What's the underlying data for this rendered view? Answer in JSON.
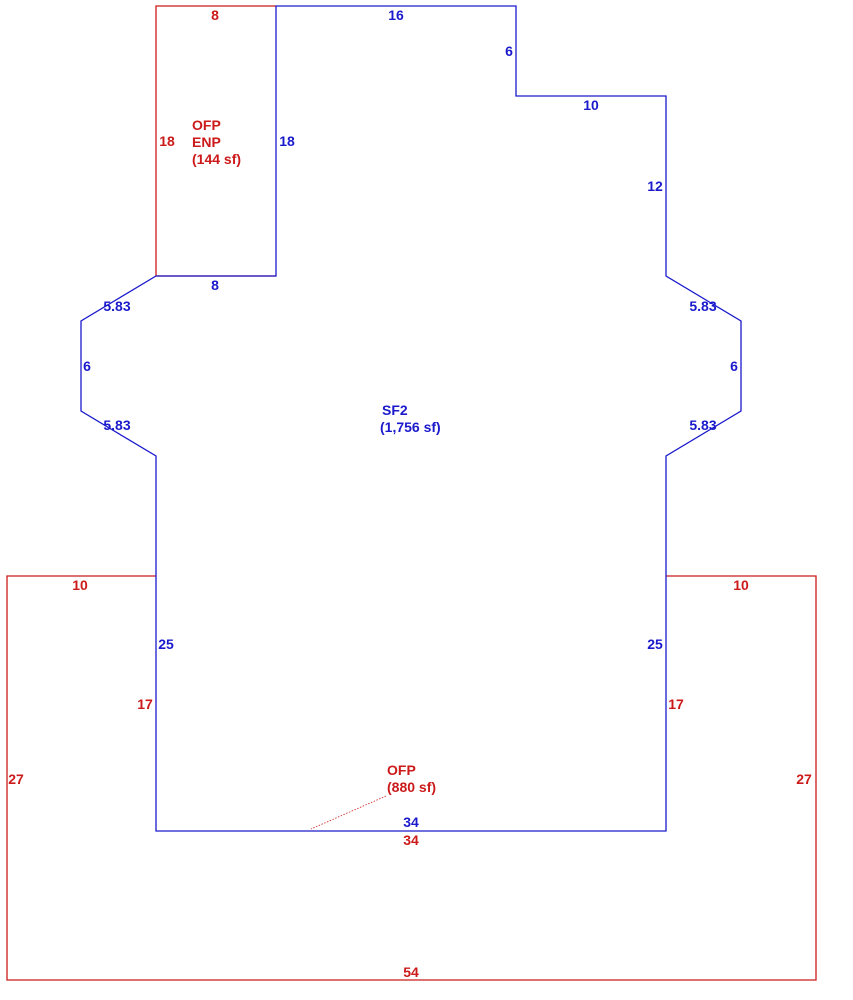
{
  "colors": {
    "living_area": "#1a1acc",
    "porch": "#cc1a1a"
  },
  "areas": {
    "main": {
      "code": "SF2",
      "area": "(1,756 sf)"
    },
    "enclosed_porch": {
      "code": "OFP",
      "subcode": "ENP",
      "area": "(144 sf)"
    },
    "open_porch": {
      "code": "OFP",
      "area": "(880 sf)"
    }
  },
  "dimensions": {
    "main_top": "16",
    "main_step_down": "6",
    "main_step_right": "10",
    "main_right_upper": "12",
    "main_right_bevel_1": "5.83",
    "main_right_bay": "6",
    "main_right_bevel_2": "5.83",
    "main_right_lower": "25",
    "main_bottom": "34",
    "main_left_lower": "25",
    "main_left_bevel_2": "5.83",
    "main_left_bay": "6",
    "main_left_bevel_1": "5.83",
    "main_shared_bottom": "8",
    "main_shared_right": "18",
    "enp_top": "8",
    "enp_left": "18",
    "ofp_left_top": "10",
    "ofp_left_inner": "17",
    "ofp_left_outer": "27",
    "ofp_right_top": "10",
    "ofp_right_inner": "17",
    "ofp_right_outer": "27",
    "ofp_inner_bottom": "34",
    "ofp_bottom": "54"
  }
}
